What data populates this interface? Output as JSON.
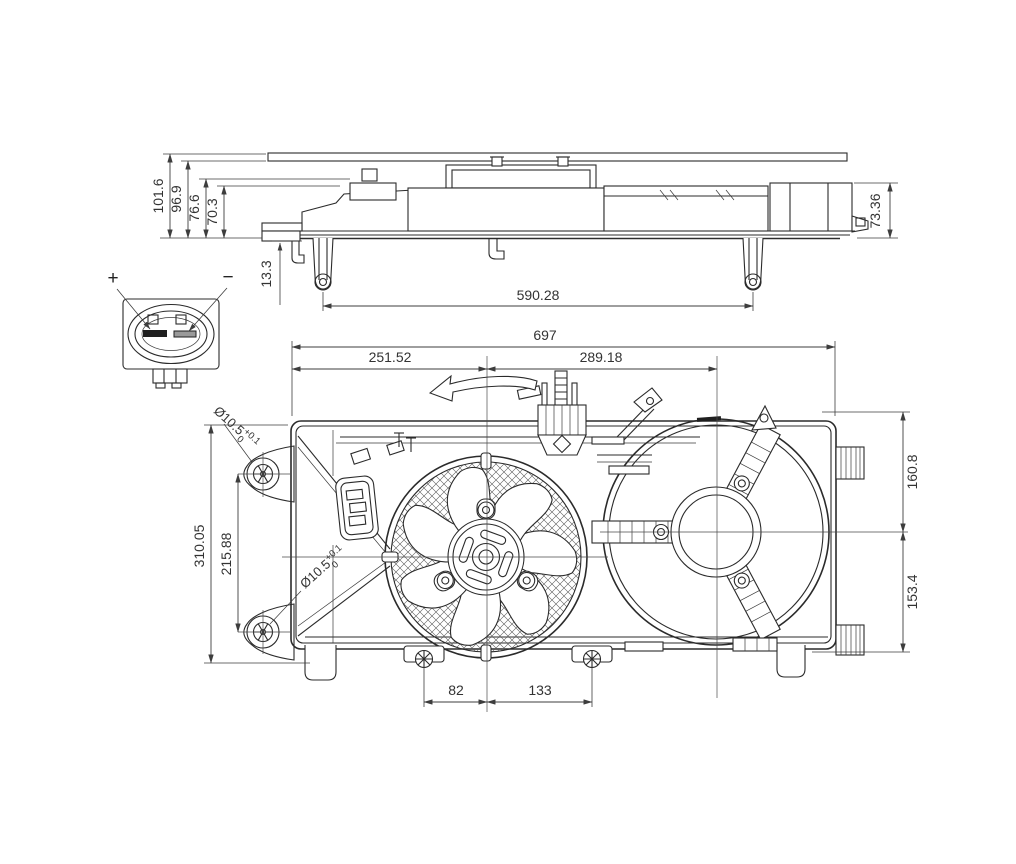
{
  "page": {
    "background": "#ffffff"
  },
  "drawing": {
    "type": "technical-dimension-drawing",
    "subject": "engine-cooling-fan-assembly",
    "line_color": "#2b2b2b",
    "dim_color": "#3d3d3d",
    "icons": {
      "direction_arrow": "curved-left-arrow"
    },
    "connector": {
      "positive": "+",
      "negative": "−"
    },
    "side_view": {
      "dims": {
        "h_total": "101.6",
        "h_rail": "96.9",
        "h_bolt": "76.6",
        "h_motor": "70.3",
        "tab_offset": "13.3",
        "h_right": "73.36",
        "mount_span": "590.28"
      }
    },
    "front_view": {
      "dims": {
        "overall_width": "697",
        "left_to_center": "251.52",
        "center_to_center": "289.18",
        "overall_height": "310.05",
        "hole_spacing": "215.88",
        "right_upper": "160.8",
        "right_lower": "153.4",
        "foot_left": "82",
        "foot_right": "133"
      },
      "hole_callout": {
        "diameter": "Ø10.5",
        "tol_upper": "+0.1",
        "tol_lower": "0"
      }
    }
  }
}
